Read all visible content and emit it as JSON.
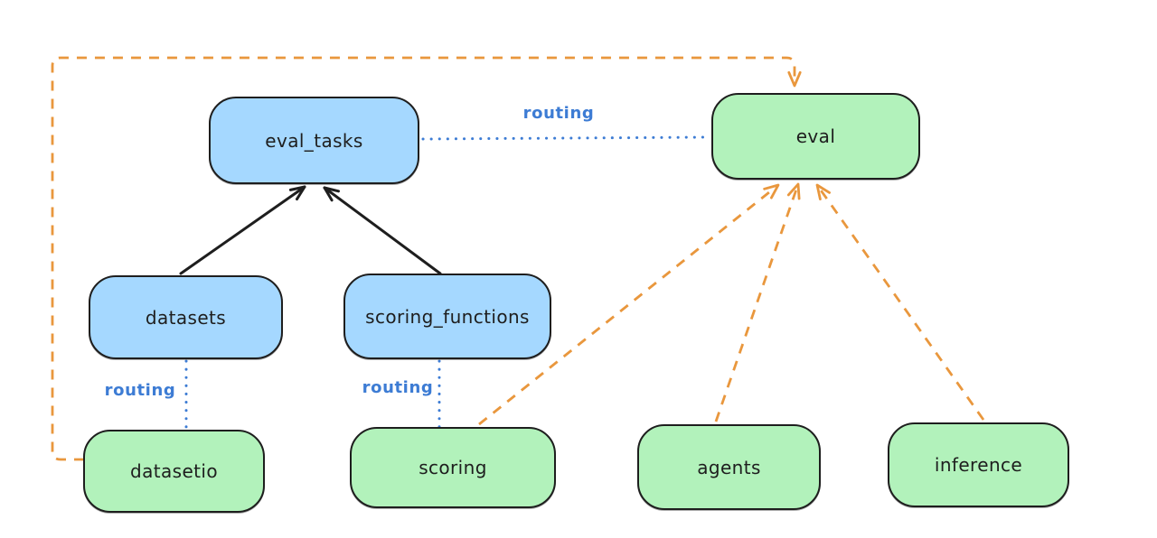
{
  "colors": {
    "registry_fill": "#a5d8ff",
    "provider_fill": "#b2f2bb",
    "stroke": "#1e1e1e",
    "routing_blue": "#3d7cd4",
    "provider_orange": "#e9973d"
  },
  "diagram": {
    "nodes": [
      {
        "id": "eval_tasks",
        "label": "eval_tasks",
        "kind": "registry",
        "fill": "#a5d8ff"
      },
      {
        "id": "eval",
        "label": "eval",
        "kind": "provider",
        "fill": "#b2f2bb"
      },
      {
        "id": "datasets",
        "label": "datasets",
        "kind": "registry",
        "fill": "#a5d8ff"
      },
      {
        "id": "scoring_functions",
        "label": "scoring_functions",
        "kind": "registry",
        "fill": "#a5d8ff"
      },
      {
        "id": "datasetio",
        "label": "datasetio",
        "kind": "provider",
        "fill": "#b2f2bb"
      },
      {
        "id": "scoring",
        "label": "scoring",
        "kind": "provider",
        "fill": "#b2f2bb"
      },
      {
        "id": "agents",
        "label": "agents",
        "kind": "provider",
        "fill": "#b2f2bb"
      },
      {
        "id": "inference",
        "label": "inference",
        "kind": "provider",
        "fill": "#b2f2bb"
      }
    ],
    "edges": [
      {
        "from": "datasets",
        "to": "eval_tasks",
        "style": "solid-arrow",
        "color": "#1e1e1e"
      },
      {
        "from": "scoring_functions",
        "to": "eval_tasks",
        "style": "solid-arrow",
        "color": "#1e1e1e"
      },
      {
        "from": "eval_tasks",
        "to": "eval",
        "style": "dotted",
        "label": "routing",
        "color": "#3d7cd4"
      },
      {
        "from": "datasets",
        "to": "datasetio",
        "style": "dotted",
        "label": "routing",
        "color": "#3d7cd4"
      },
      {
        "from": "scoring_functions",
        "to": "scoring",
        "style": "dotted",
        "label": "routing",
        "color": "#3d7cd4"
      },
      {
        "from": "datasetio",
        "to": "eval",
        "style": "dashed-arrow",
        "color": "#e9973d"
      },
      {
        "from": "scoring",
        "to": "eval",
        "style": "dashed-arrow",
        "color": "#e9973d"
      },
      {
        "from": "agents",
        "to": "eval",
        "style": "dashed-arrow",
        "color": "#e9973d"
      },
      {
        "from": "inference",
        "to": "eval",
        "style": "dashed-arrow",
        "color": "#e9973d"
      }
    ]
  }
}
